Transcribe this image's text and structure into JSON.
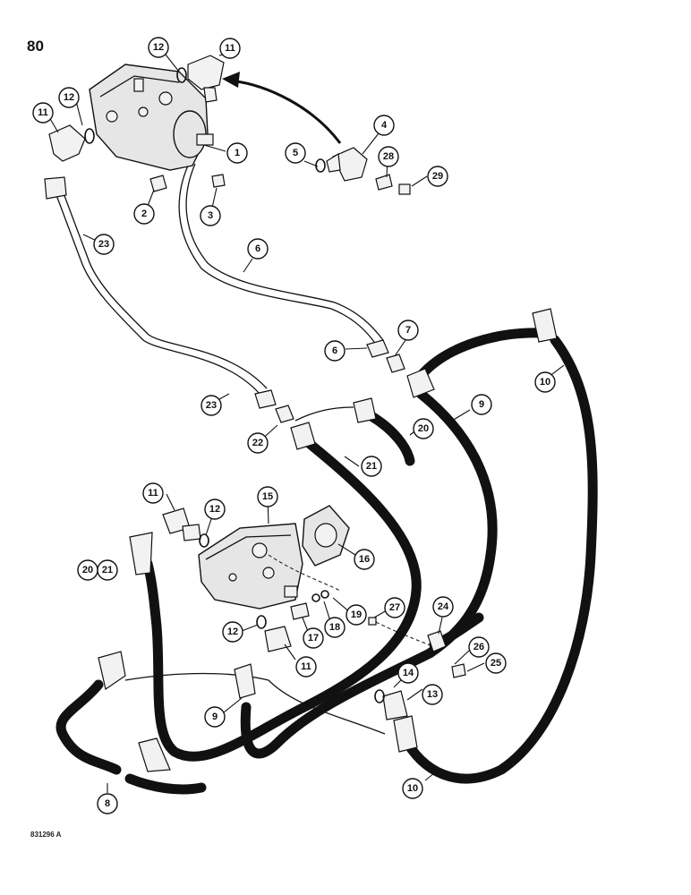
{
  "page_number": "80",
  "figure_code": "831296 A",
  "callout_labels": {
    "c1": "1",
    "c2": "2",
    "c3": "3",
    "c4": "4",
    "c5": "5",
    "c6a": "6",
    "c6b": "6",
    "c7": "7",
    "c8": "8",
    "c9a": "9",
    "c9b": "9",
    "c10a": "10",
    "c10b": "10",
    "c11a": "11",
    "c11b": "11",
    "c11c": "11",
    "c11d": "11",
    "c12a": "12",
    "c12b": "12",
    "c12c": "12",
    "c12d": "12",
    "c13": "13",
    "c14": "14",
    "c15": "15",
    "c16": "16",
    "c17": "17",
    "c18": "18",
    "c19": "19",
    "c20a": "20",
    "c20b": "20",
    "c21a": "21",
    "c21b": "21",
    "c22": "22",
    "c23a": "23",
    "c23b": "23",
    "c24": "24",
    "c25": "25",
    "c26": "26",
    "c27": "27",
    "c28": "28",
    "c29": "29"
  }
}
